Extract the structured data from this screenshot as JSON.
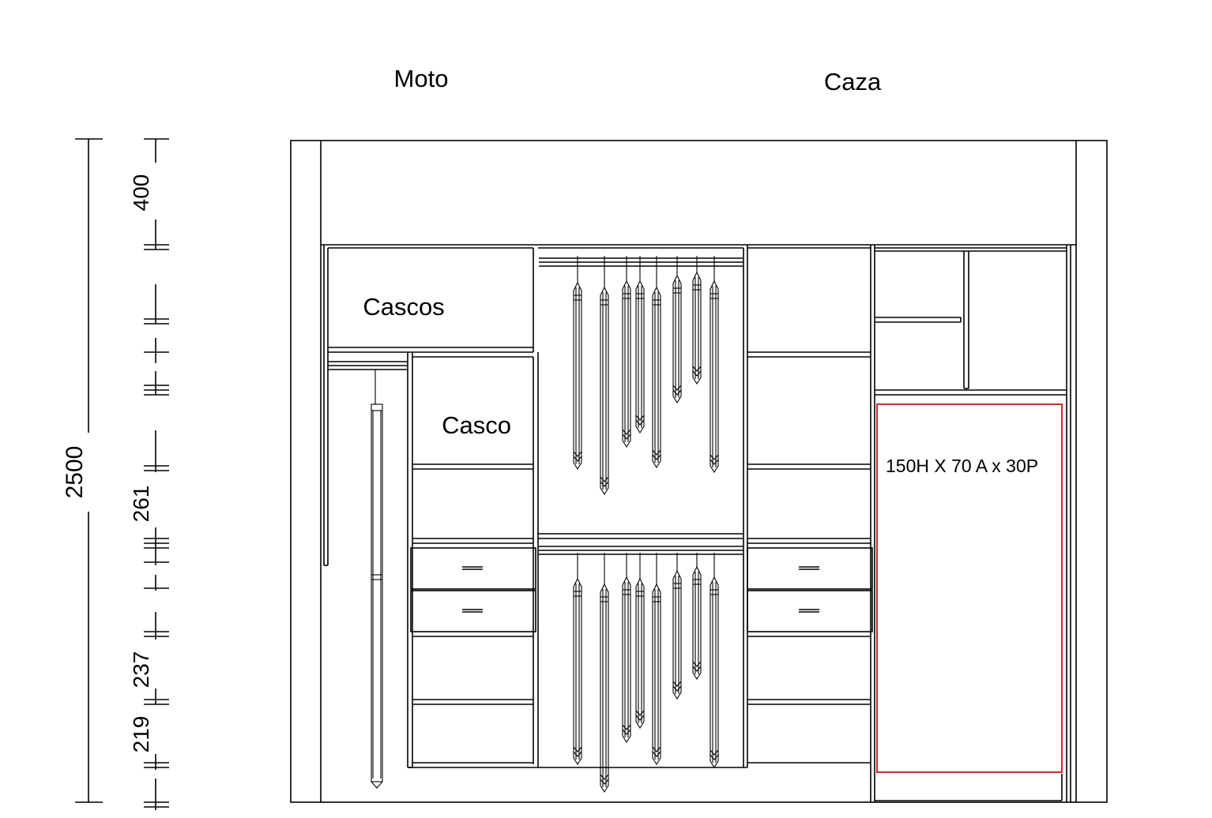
{
  "labels": {
    "moto": "Moto",
    "caza": "Caza",
    "cascos": "Cascos",
    "casco": "Casco",
    "box_dims": "150H X 70 A x 30P"
  },
  "dimensions": {
    "total_height": "2500",
    "top_section": "400",
    "mid_section": "261",
    "lower_a": "237",
    "lower_b": "219"
  },
  "colors": {
    "line": "#000000",
    "highlight_box": "#cc2b2b",
    "background": "#ffffff"
  }
}
